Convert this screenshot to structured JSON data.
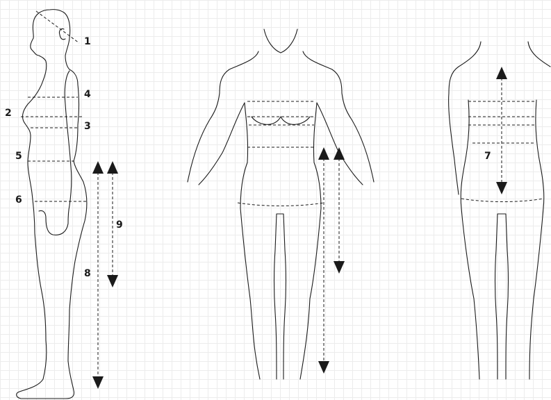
{
  "figures": {
    "side": {
      "labels": [
        "1",
        "2",
        "3",
        "4",
        "5",
        "6",
        "8",
        "9"
      ]
    },
    "front": {
      "labels": []
    },
    "back": {
      "labels": [
        "7"
      ]
    }
  },
  "colors": {
    "line": "#1a1a1a",
    "grid": "#ececec",
    "background": "#ffffff"
  }
}
